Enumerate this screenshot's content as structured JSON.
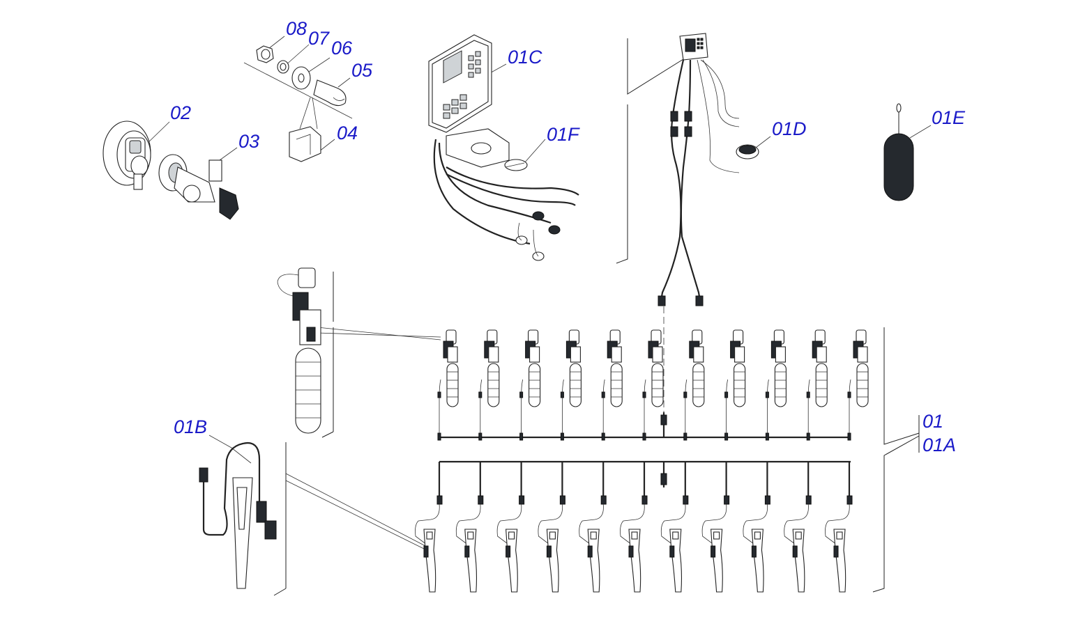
{
  "diagram": {
    "labels": {
      "p08": "08",
      "p07": "07",
      "p06": "06",
      "p05": "05",
      "p04": "04",
      "p02": "02",
      "p03": "03",
      "p01C": "01C",
      "p01F": "01F",
      "p01D": "01D",
      "p01E": "01E",
      "p01B": "01B",
      "p01": "01",
      "p01A": "01A"
    },
    "colors": {
      "label": "#1a1ac8",
      "line": "#222222",
      "dark_part": "#25292e",
      "grey_part": "#cfd3d6"
    },
    "sensor_count": 11,
    "seed_tube_count": 11
  }
}
